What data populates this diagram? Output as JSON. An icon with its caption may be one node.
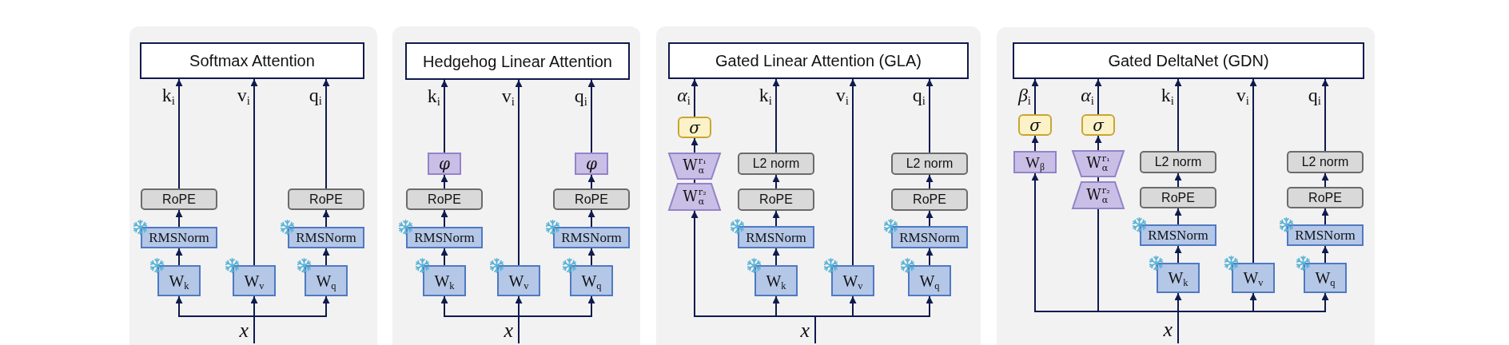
{
  "diagram": {
    "nodes": [
      {
        "text": [],
        "shape": "box"
      },
      {
        "text": [
          "Softmax Attention"
        ],
        "in": 0
      },
      {
        "text": [
          "RoPE"
        ],
        "in": 0
      },
      {
        "text": [
          "RoPE"
        ],
        "in": 0
      },
      {
        "text": [
          "RMSNorm"
        ],
        "in": 0
      },
      {
        "text": [
          "RMSNorm"
        ],
        "in": 0
      },
      {
        "text": [
          "W$_{k}$"
        ],
        "in": 0
      },
      {
        "text": [
          "W$_{v}$"
        ],
        "in": 0
      },
      {
        "text": [
          "W$_{q}$"
        ],
        "in": 0
      },
      {
        "text": [
          "x"
        ],
        "in": 0
      },
      {
        "text": [],
        "shape": "box"
      },
      {
        "text": [
          "Hedgehog Linear Attention"
        ],
        "in": 10
      },
      {
        "text": [
          "φ"
        ],
        "in": 10
      },
      {
        "text": [
          "φ"
        ],
        "in": 10
      },
      {
        "text": [
          "RoPE"
        ],
        "in": 10
      },
      {
        "text": [
          "RoPE"
        ],
        "in": 10
      },
      {
        "text": [
          "RMSNorm"
        ],
        "in": 10
      },
      {
        "text": [
          "RMSNorm"
        ],
        "in": 10
      },
      {
        "text": [
          "W$_{k}$"
        ],
        "in": 10
      },
      {
        "text": [
          "W$_{v}$"
        ],
        "in": 10
      },
      {
        "text": [
          "W$_{q}$"
        ],
        "in": 10
      },
      {
        "text": [
          "x"
        ],
        "in": 10
      },
      {
        "text": [],
        "shape": "box"
      },
      {
        "text": [
          "Gated Linear Attention (GLA)"
        ],
        "in": 22
      },
      {
        "text": [
          "σ"
        ],
        "in": 22
      },
      {
        "text": [
          "W$^{r₁}$$_{α}$"
        ],
        "in": 22
      },
      {
        "text": [
          "L2 norm"
        ],
        "in": 22
      },
      {
        "text": [
          "L2 norm"
        ],
        "in": 22
      },
      {
        "text": [
          "W$^{r₂}$$_{α}$"
        ],
        "in": 22
      },
      {
        "text": [
          "RoPE"
        ],
        "in": 22
      },
      {
        "text": [
          "RoPE"
        ],
        "in": 22
      },
      {
        "text": [
          "RMSNorm"
        ],
        "in": 22
      },
      {
        "text": [
          "RMSNorm"
        ],
        "in": 22
      },
      {
        "text": [
          "W$_{k}$"
        ],
        "in": 22
      },
      {
        "text": [
          "W$_{v}$"
        ],
        "in": 22
      },
      {
        "text": [
          "W$_{q}$"
        ],
        "in": 22
      },
      {
        "text": [
          "x"
        ],
        "in": 22
      },
      {
        "text": [],
        "shape": "box"
      },
      {
        "text": [
          "Gated DeltaNet (GDN)"
        ],
        "in": 37
      },
      {
        "text": [
          "σ"
        ],
        "in": 37
      },
      {
        "text": [
          "σ"
        ],
        "in": 37
      },
      {
        "text": [
          "W$_{β}$"
        ],
        "in": 37
      },
      {
        "text": [
          "W$^{r₁}$$_{α}$"
        ],
        "in": 37
      },
      {
        "text": [
          "L2 norm"
        ],
        "in": 37
      },
      {
        "text": [
          "L2 norm"
        ],
        "in": 37
      },
      {
        "text": [
          "W$^{r₂}$$_{α}$"
        ],
        "in": 37
      },
      {
        "text": [
          "RoPE"
        ],
        "in": 37
      },
      {
        "text": [
          "RoPE"
        ],
        "in": 37
      },
      {
        "text": [
          "RMSNorm"
        ],
        "in": 37
      },
      {
        "text": [
          "RMSNorm"
        ],
        "in": 37
      },
      {
        "text": [
          "W$_{k}$"
        ],
        "in": 37
      },
      {
        "text": [
          "W$_{v}$"
        ],
        "in": 37
      },
      {
        "text": [
          "W$_{q}$"
        ],
        "in": 37
      },
      {
        "text": [
          "x"
        ],
        "in": 37
      }
    ],
    "edges": [
      {
        "from": 9,
        "to": 6,
        "arrow": "to"
      },
      {
        "from": 9,
        "to": 7,
        "arrow": "to"
      },
      {
        "from": 9,
        "to": 8,
        "arrow": "to"
      },
      {
        "from": 6,
        "to": 4,
        "arrow": "to"
      },
      {
        "from": 4,
        "to": 2,
        "arrow": "to"
      },
      {
        "from": 2,
        "to": 1,
        "arrow": "to",
        "label": "k$_{i}$"
      },
      {
        "from": 7,
        "to": 1,
        "arrow": "to",
        "label": "v$_{i}$"
      },
      {
        "from": 8,
        "to": 5,
        "arrow": "to"
      },
      {
        "from": 5,
        "to": 3,
        "arrow": "to"
      },
      {
        "from": 3,
        "to": 1,
        "arrow": "to",
        "label": "q$_{i}$"
      },
      {
        "from": 21,
        "to": 18,
        "arrow": "to"
      },
      {
        "from": 21,
        "to": 19,
        "arrow": "to"
      },
      {
        "from": 21,
        "to": 20,
        "arrow": "to"
      },
      {
        "from": 18,
        "to": 16,
        "arrow": "to"
      },
      {
        "from": 16,
        "to": 14,
        "arrow": "to"
      },
      {
        "from": 14,
        "to": 12,
        "arrow": "to"
      },
      {
        "from": 12,
        "to": 11,
        "arrow": "to",
        "label": "k$_{i}$"
      },
      {
        "from": 19,
        "to": 11,
        "arrow": "to",
        "label": "v$_{i}$"
      },
      {
        "from": 20,
        "to": 17,
        "arrow": "to"
      },
      {
        "from": 17,
        "to": 15,
        "arrow": "to"
      },
      {
        "from": 15,
        "to": 13,
        "arrow": "to"
      },
      {
        "from": 13,
        "to": 11,
        "arrow": "to",
        "label": "q$_{i}$"
      },
      {
        "from": 36,
        "to": 28,
        "arrow": "to"
      },
      {
        "from": 36,
        "to": 33,
        "arrow": "to"
      },
      {
        "from": 36,
        "to": 34,
        "arrow": "to"
      },
      {
        "from": 36,
        "to": 35,
        "arrow": "to"
      },
      {
        "from": 28,
        "to": 25,
        "arrow": "none"
      },
      {
        "from": 25,
        "to": 24,
        "arrow": "to"
      },
      {
        "from": 24,
        "to": 23,
        "arrow": "to",
        "label": "*α*$_{i}$"
      },
      {
        "from": 33,
        "to": 31,
        "arrow": "to"
      },
      {
        "from": 31,
        "to": 29,
        "arrow": "to"
      },
      {
        "from": 29,
        "to": 26,
        "arrow": "to"
      },
      {
        "from": 26,
        "to": 23,
        "arrow": "to",
        "label": "k$_{i}$"
      },
      {
        "from": 34,
        "to": 23,
        "arrow": "to",
        "label": "v$_{i}$"
      },
      {
        "from": 35,
        "to": 32,
        "arrow": "to"
      },
      {
        "from": 32,
        "to": 30,
        "arrow": "to"
      },
      {
        "from": 30,
        "to": 27,
        "arrow": "to"
      },
      {
        "from": 27,
        "to": 23,
        "arrow": "to",
        "label": "q$_{i}$"
      },
      {
        "from": 53,
        "to": 41,
        "arrow": "to"
      },
      {
        "from": 53,
        "to": 45,
        "arrow": "none"
      },
      {
        "from": 53,
        "to": 50,
        "arrow": "to"
      },
      {
        "from": 53,
        "to": 51,
        "arrow": "to"
      },
      {
        "from": 53,
        "to": 52,
        "arrow": "to"
      },
      {
        "from": 41,
        "to": 39,
        "arrow": "to"
      },
      {
        "from": 39,
        "to": 38,
        "arrow": "to",
        "label": "*β*$_{i}$"
      },
      {
        "from": 45,
        "to": 42,
        "arrow": "none"
      },
      {
        "from": 42,
        "to": 40,
        "arrow": "to"
      },
      {
        "from": 40,
        "to": 38,
        "arrow": "to",
        "label": "*α*$_{i}$"
      },
      {
        "from": 50,
        "to": 48,
        "arrow": "to"
      },
      {
        "from": 48,
        "to": 46,
        "arrow": "to"
      },
      {
        "from": 46,
        "to": 43,
        "arrow": "to"
      },
      {
        "from": 43,
        "to": 38,
        "arrow": "to",
        "label": "k$_{i}$"
      },
      {
        "from": 51,
        "to": 38,
        "arrow": "to",
        "label": "v$_{i}$"
      },
      {
        "from": 52,
        "to": 49,
        "arrow": "to"
      },
      {
        "from": 49,
        "to": 47,
        "arrow": "to"
      },
      {
        "from": 47,
        "to": 44,
        "arrow": "to"
      },
      {
        "from": 44,
        "to": 38,
        "arrow": "to",
        "label": "q$_{i}$"
      }
    ]
  }
}
